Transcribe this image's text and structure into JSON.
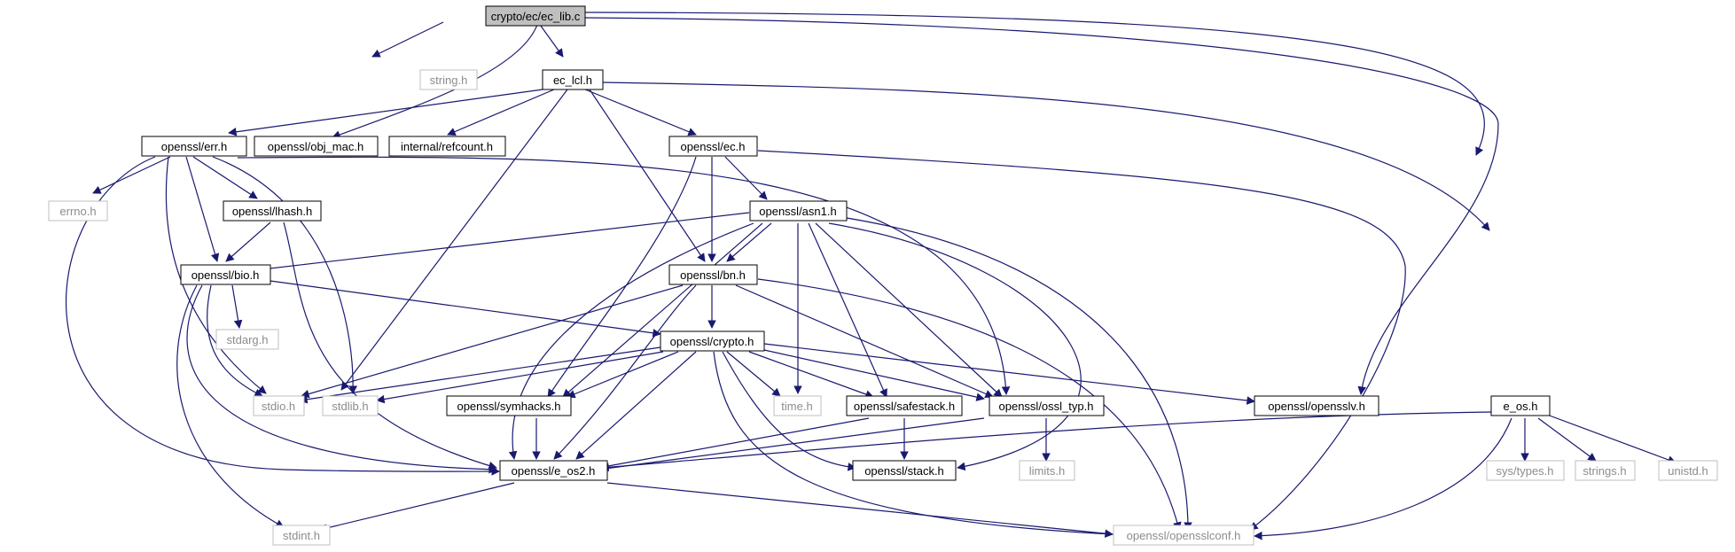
{
  "colors": {
    "edge": "#191970",
    "root_fill": "#bfbfbf",
    "node_stroke": "#000000",
    "system_stroke": "#bfbfbf",
    "system_text": "#8c8c8c"
  },
  "nodes": {
    "ec_lib_c": "crypto/ec/ec_lib.c",
    "string_h": "string.h",
    "ec_lcl_h": "ec_lcl.h",
    "err_h": "openssl/err.h",
    "obj_mac_h": "openssl/obj_mac.h",
    "refcount_h": "internal/refcount.h",
    "ec_h": "openssl/ec.h",
    "errno_h": "errno.h",
    "lhash_h": "openssl/lhash.h",
    "asn1_h": "openssl/asn1.h",
    "bio_h": "openssl/bio.h",
    "bn_h": "openssl/bn.h",
    "stdarg_h": "stdarg.h",
    "crypto_h": "openssl/crypto.h",
    "stdio_h": "stdio.h",
    "stdlib_h": "stdlib.h",
    "symhacks_h": "openssl/symhacks.h",
    "time_h": "time.h",
    "safestack_h": "openssl/safestack.h",
    "ossl_typ_h": "openssl/ossl_typ.h",
    "opensslv_h": "openssl/opensslv.h",
    "e_os_h": "e_os.h",
    "e_os2_h": "openssl/e_os2.h",
    "stack_h": "openssl/stack.h",
    "limits_h": "limits.h",
    "sys_types_h": "sys/types.h",
    "strings_h": "strings.h",
    "unistd_h": "unistd.h",
    "stdint_h": "stdint.h",
    "opensslconf_h": "openssl/opensslconf.h"
  }
}
